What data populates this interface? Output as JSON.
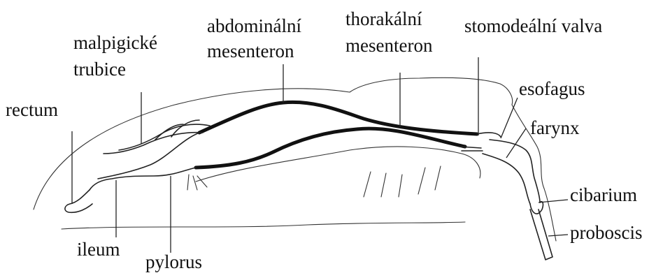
{
  "labels": {
    "rectum": "rectum",
    "malpighian_line1": "malpigické",
    "malpighian_line2": "trubice",
    "abdominal_line1": "abdominální",
    "abdominal_line2": "mesenteron",
    "thoracic_line1": "thorakální",
    "thoracic_line2": "mesenteron",
    "stomodeal": "stomodeální valva",
    "esophagus": "esofagus",
    "pharynx": "farynx",
    "cibarium": "cibarium",
    "proboscis": "proboscis",
    "ileum": "ileum",
    "pylorus": "pylorus"
  },
  "colors": {
    "ink": "#111111",
    "background": "#ffffff"
  }
}
